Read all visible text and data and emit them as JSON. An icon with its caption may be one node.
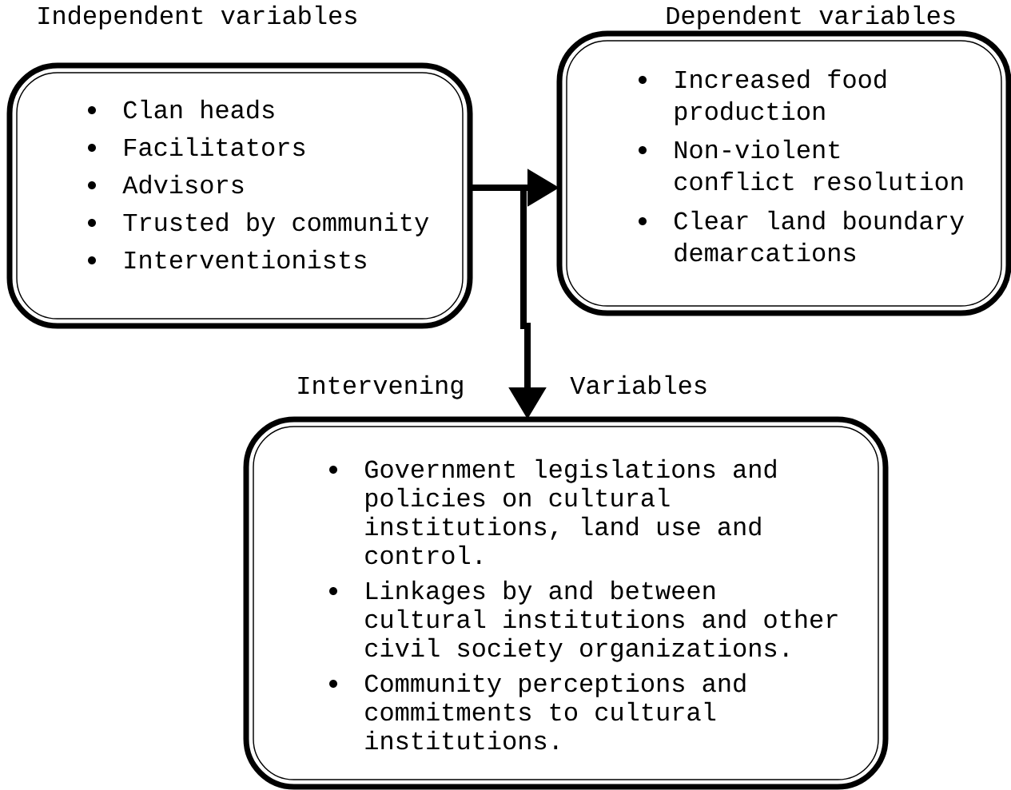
{
  "diagram": {
    "nodes": [
      {
        "text": [
          "Independent variables",
          "Clan heads",
          "Facilitators",
          "Advisors",
          "Trusted by community",
          "Interventionists"
        ]
      },
      {
        "text": [
          "Dependent variables",
          "Increased food production",
          "Non-violent conflict resolution",
          "Clear land boundary demarcations"
        ]
      },
      {
        "text": [
          "Intervening",
          "Variables",
          "Government legislations and policies on cultural institutions, land use and control.",
          "Linkages by and between cultural institutions and other civil society organizations.",
          "Community perceptions and commitments to cultural institutions."
        ]
      }
    ],
    "edges": [
      {
        "from": 0,
        "to": 1,
        "arrow": "to"
      },
      {
        "from": 0,
        "to": 2,
        "arrow": "to"
      }
    ]
  }
}
